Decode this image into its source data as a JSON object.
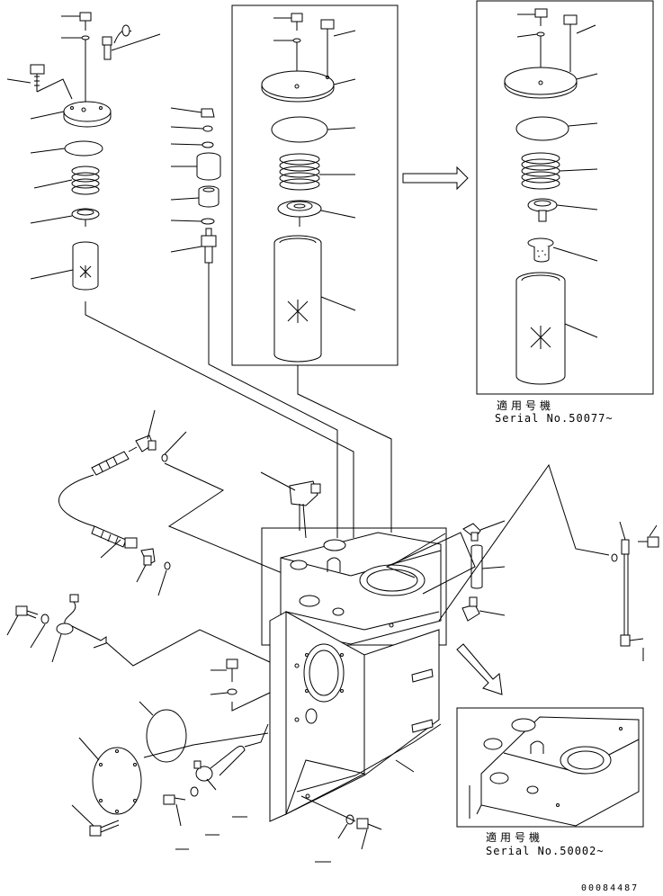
{
  "inset_upper": {
    "caption_jp": "適用号機",
    "serial": "Serial No.50077~"
  },
  "inset_lower": {
    "caption_jp": "適用号機",
    "serial": "Serial No.50002~"
  },
  "drawing_number": "00084487"
}
